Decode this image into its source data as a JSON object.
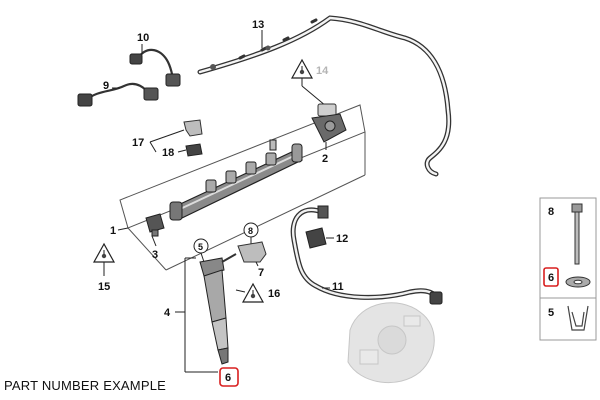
{
  "caption": "PART NUMBER EXAMPLE",
  "highlight_color": "#d81e1e",
  "callouts": {
    "c1": "1",
    "c2": "2",
    "c3": "3",
    "c4": "4",
    "c5": "5",
    "c6": "6",
    "c7": "7",
    "c8": "8",
    "c9": "9",
    "c10": "10",
    "c11": "11",
    "c12": "12",
    "c13": "13",
    "c14": "14",
    "c15": "15",
    "c16": "16",
    "c17": "17",
    "c18": "18"
  },
  "legend": {
    "item_a": "8",
    "item_b": "6",
    "item_c": "5"
  }
}
